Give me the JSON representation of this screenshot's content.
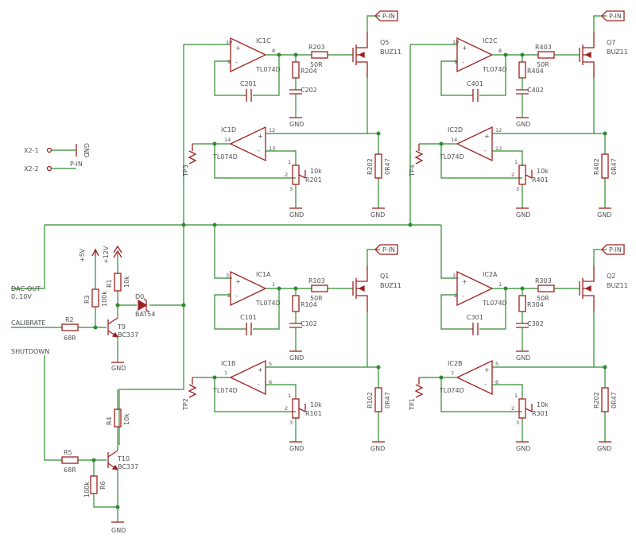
{
  "colors": {
    "wire": "#2e8b2e",
    "symbol": "#a02020",
    "text": "#505050",
    "background": "#ffffff"
  },
  "connector": {
    "x2_1": "X2-1",
    "x2_2": "X2-2",
    "gnd": "GND",
    "pin": "P-IN"
  },
  "signals": {
    "dac_out": "DAC-OUT",
    "dac_range": "0..10V",
    "calibrate": "CALIBRATE",
    "shutdown": "SHUTDOWN",
    "plus5": "+5V",
    "plus12": "+12V",
    "gnd": "GND",
    "pin": "P-IN"
  },
  "channel_c": {
    "ic_a": "IC1C",
    "ic_a_part": "TL074D",
    "pin_a_in_p": "10",
    "pin_a_in_n": "9",
    "pin_a_out": "8",
    "ic_b": "IC1D",
    "ic_b_part": "TL074D",
    "pin_b_in_p": "12",
    "pin_b_in_n": "13",
    "pin_b_out": "14",
    "r_gate": "R203",
    "r_gate_val": "50R",
    "r_pd": "R204",
    "cap_fb": "C201",
    "cap_g": "C202",
    "q": "Q5",
    "q_part": "BUZ11",
    "r_sense": "R202",
    "r_sense_val": "0R47",
    "pot": "R201",
    "pot_val": "10k",
    "pot_pin1": "1",
    "pot_pin2": "2",
    "pot_pin3": "3",
    "tp": "TP3"
  },
  "channel_d": {
    "ic_a": "IC2C",
    "ic_a_part": "TL074D",
    "pin_a_in_p": "10",
    "pin_a_in_n": "9",
    "pin_a_out": "8",
    "ic_b": "IC2D",
    "ic_b_part": "TL074D",
    "pin_b_in_p": "12",
    "pin_b_in_n": "13",
    "pin_b_out": "14",
    "r_gate": "R403",
    "r_gate_val": "50R",
    "r_pd": "R404",
    "cap_fb": "C401",
    "cap_g": "C402",
    "q": "Q7",
    "q_part": "BUZ11",
    "r_sense": "R402",
    "r_sense_val": "0R47",
    "pot": "R401",
    "pot_val": "10k",
    "pot_pin1": "1",
    "pot_pin2": "2",
    "pot_pin3": "3",
    "tp": "TP4"
  },
  "channel_a": {
    "ic_a": "IC1A",
    "ic_a_part": "TL074D",
    "pin_a_in_p": "3",
    "pin_a_in_n": "2",
    "pin_a_out": "1",
    "ic_b": "IC1B",
    "ic_b_part": "TL074D",
    "pin_b_in_p": "5",
    "pin_b_in_n": "6",
    "pin_b_out": "7",
    "r_gate": "R103",
    "r_gate_val": "50R",
    "r_pd": "R104",
    "cap_fb": "C101",
    "cap_g": "C102",
    "q": "Q1",
    "q_part": "BUZ11",
    "r_sense": "R102",
    "r_sense_val": "0R47",
    "pot": "R101",
    "pot_val": "10k",
    "pot_pin1": "1",
    "pot_pin2": "2",
    "pot_pin3": "3",
    "tp": "TP2"
  },
  "channel_b": {
    "ic_a": "IC2A",
    "ic_a_part": "TL074D",
    "pin_a_in_p": "3",
    "pin_a_in_n": "2",
    "pin_a_out": "1",
    "ic_b": "IC2B",
    "ic_b_part": "TL074D",
    "pin_b_in_p": "5",
    "pin_b_in_n": "6",
    "pin_b_out": "7",
    "r_gate": "R303",
    "r_gate_val": "50R",
    "r_pd": "R304",
    "cap_fb": "C301",
    "cap_g": "C302",
    "q": "Q2",
    "q_part": "BUZ11",
    "r_sense": "R202",
    "r_sense_val": "0R47",
    "pot": "R301",
    "pot_val": "10k",
    "pot_pin1": "1",
    "pot_pin2": "2",
    "pot_pin3": "3",
    "tp": "TP1"
  },
  "control": {
    "r1": "R1",
    "r1_val": "10k",
    "r3": "R3",
    "r3_val": "100k",
    "r2": "R2",
    "r2_val": "68R",
    "t9": "T9",
    "t9_part": "BC337",
    "d0": "D0",
    "d0_part": "BAT54",
    "r4": "R4",
    "r4_val": "10k",
    "r5": "R5",
    "r5_val": "68R",
    "t10": "T10",
    "t10_part": "BC337",
    "r6": "R6",
    "r6_val": "100k"
  }
}
